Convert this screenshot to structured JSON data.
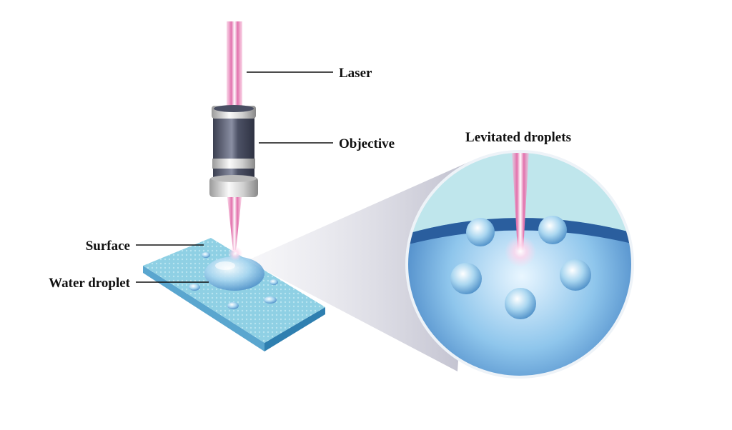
{
  "labels": {
    "laser": "Laser",
    "objective": "Objective",
    "levitated": "Levitated droplets",
    "surface": "Surface",
    "water_droplet": "Water droplet"
  },
  "colors": {
    "laser": "#e87ab5",
    "surface": "#7ec3dc",
    "objective_dark": "#4a4f63",
    "objective_silver": "#d8d8d8"
  }
}
